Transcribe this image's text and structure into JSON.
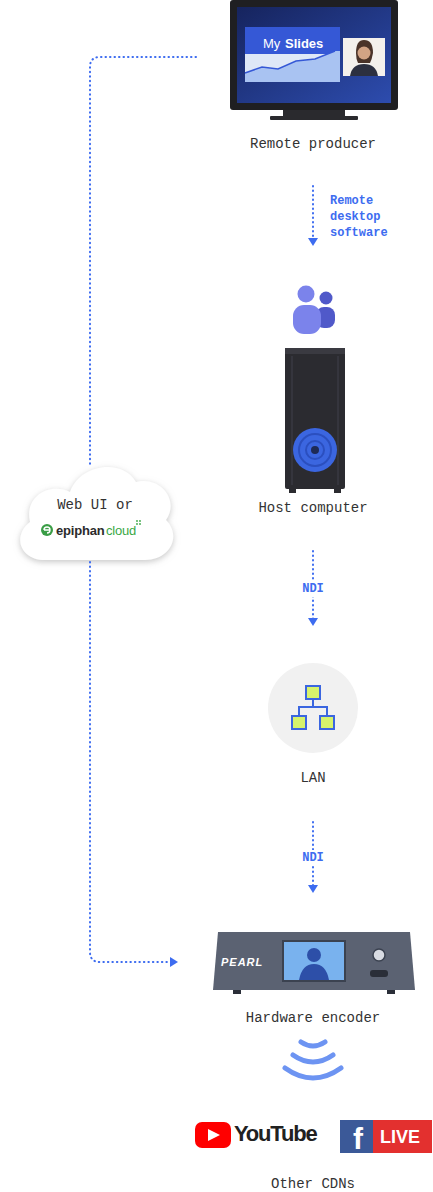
{
  "diagram": {
    "nodes": [
      {
        "text": [
          "Remote producer"
        ]
      },
      {
        "text": [
          "Host computer"
        ]
      },
      {
        "text": [
          "Web UI or",
          "epiphan",
          "cloud"
        ]
      },
      {
        "text": [
          "LAN"
        ]
      },
      {
        "text": [
          "Hardware encoder"
        ]
      },
      {
        "text": [
          "Other CDNs"
        ]
      }
    ],
    "edges": [
      {
        "from": 0,
        "to": 1,
        "arrow": "to",
        "label": "Remote desktop software"
      },
      {
        "from": 1,
        "to": 3,
        "arrow": "to",
        "label": "NDI"
      },
      {
        "from": 3,
        "to": 4,
        "arrow": "to",
        "label": "NDI"
      },
      {
        "from": 0,
        "to": 2,
        "arrow": "none"
      },
      {
        "from": 2,
        "to": 4,
        "arrow": "to"
      }
    ],
    "labels": [
      "My",
      "Slides",
      "PEARL",
      "YouTube",
      "f",
      "LIVE"
    ]
  }
}
